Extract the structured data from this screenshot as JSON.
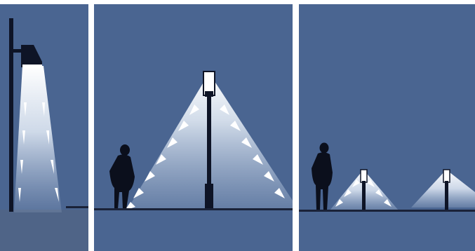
{
  "panels": [
    {
      "id": "wall-mounted-cutoff-fixture"
    },
    {
      "id": "post-top-wide-spread-fixture"
    },
    {
      "id": "low-bollard-fixtures"
    }
  ],
  "colors": {
    "sky": "#4a6591",
    "ground": "#4f6487",
    "light_core": "#ffffff",
    "pole": "#0e1426",
    "silhouette": "#0b0f1c",
    "divider": "#ffffff"
  }
}
